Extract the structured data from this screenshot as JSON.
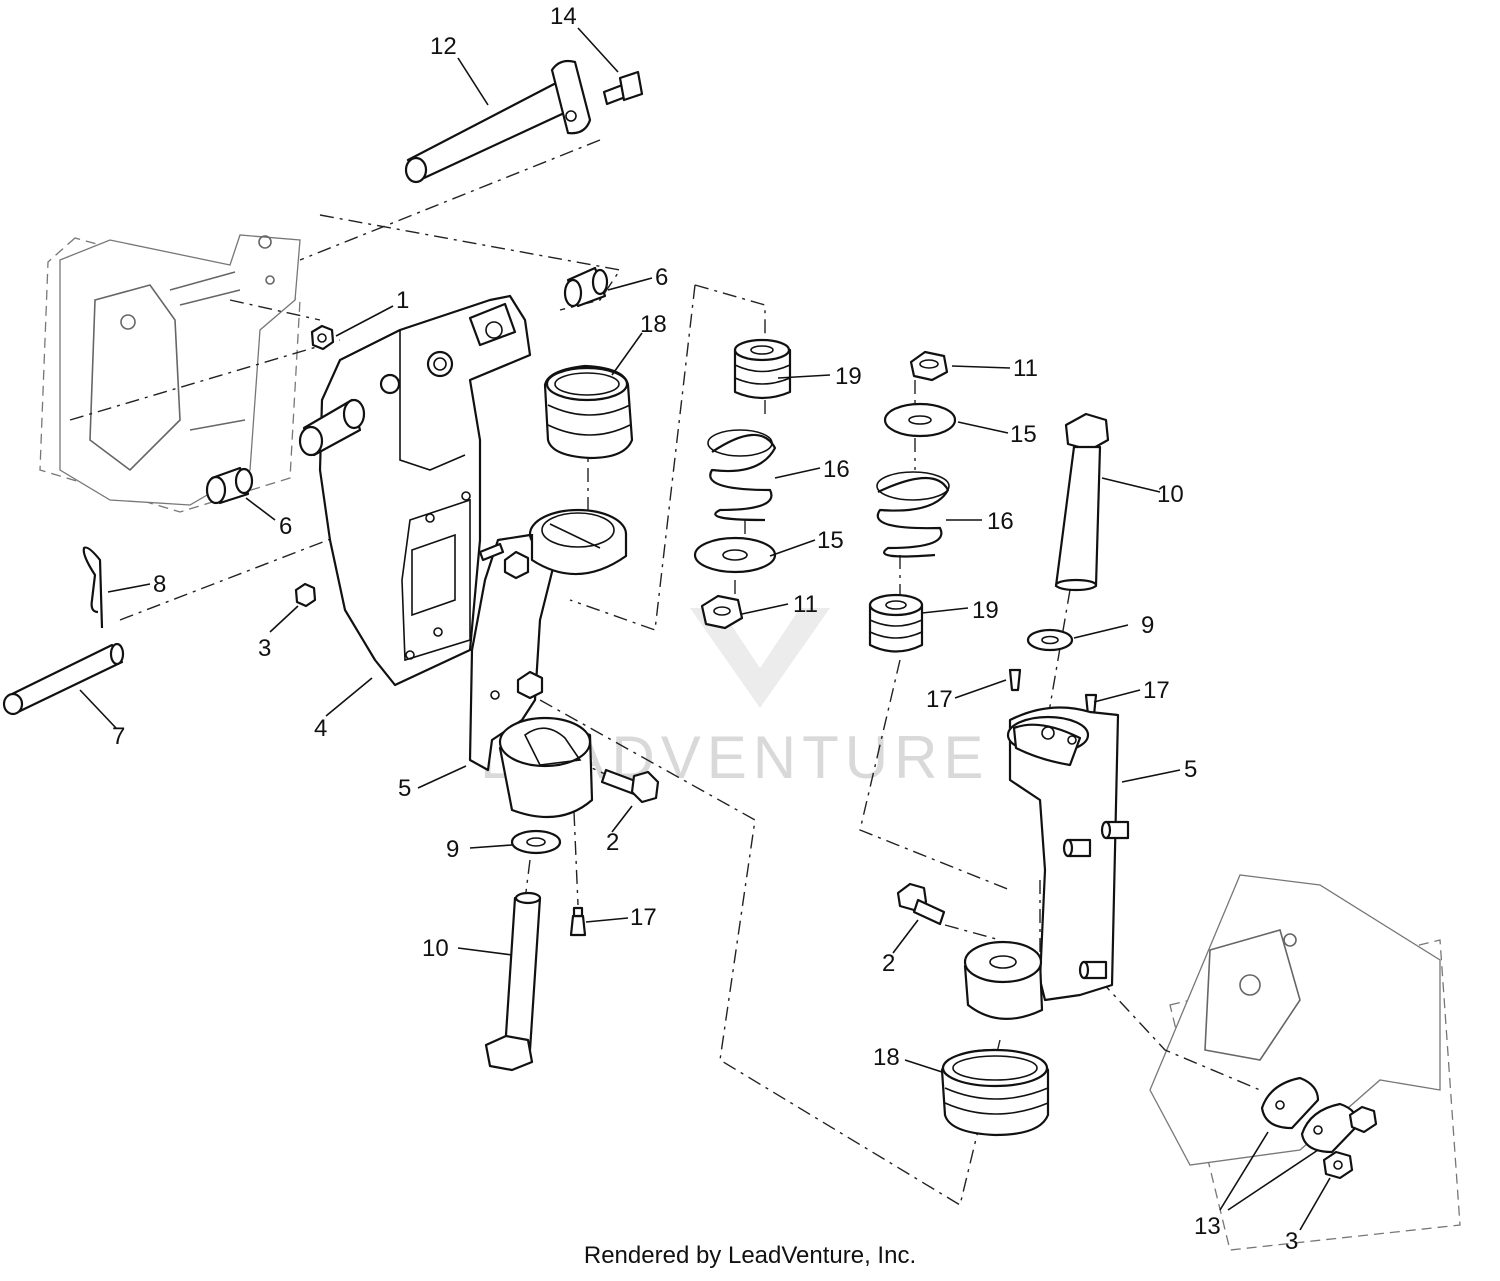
{
  "watermark": "LEADVENTURE",
  "credit": "Rendered by LeadVenture, Inc.",
  "callouts": [
    {
      "id": "c14",
      "text": "14"
    },
    {
      "id": "c12",
      "text": "12"
    },
    {
      "id": "c6a",
      "text": "6"
    },
    {
      "id": "c1",
      "text": "1"
    },
    {
      "id": "c18a",
      "text": "18"
    },
    {
      "id": "c19a",
      "text": "19"
    },
    {
      "id": "c11a",
      "text": "11"
    },
    {
      "id": "c15a",
      "text": "15"
    },
    {
      "id": "c16a",
      "text": "16"
    },
    {
      "id": "c10a",
      "text": "10"
    },
    {
      "id": "c16b",
      "text": "16"
    },
    {
      "id": "c6b",
      "text": "6"
    },
    {
      "id": "c15b",
      "text": "15"
    },
    {
      "id": "c8",
      "text": "8"
    },
    {
      "id": "c11b",
      "text": "11"
    },
    {
      "id": "c19b",
      "text": "19"
    },
    {
      "id": "c9a",
      "text": "9"
    },
    {
      "id": "c3a",
      "text": "3"
    },
    {
      "id": "c17a",
      "text": "17"
    },
    {
      "id": "c17b",
      "text": "17"
    },
    {
      "id": "c7",
      "text": "7"
    },
    {
      "id": "c4",
      "text": "4"
    },
    {
      "id": "c5a",
      "text": "5"
    },
    {
      "id": "c5b",
      "text": "5"
    },
    {
      "id": "c2a",
      "text": "2"
    },
    {
      "id": "c9b",
      "text": "9"
    },
    {
      "id": "c17c",
      "text": "17"
    },
    {
      "id": "c10b",
      "text": "10"
    },
    {
      "id": "c2b",
      "text": "2"
    },
    {
      "id": "c18b",
      "text": "18"
    },
    {
      "id": "c13",
      "text": "13"
    },
    {
      "id": "c3b",
      "text": "3"
    }
  ]
}
